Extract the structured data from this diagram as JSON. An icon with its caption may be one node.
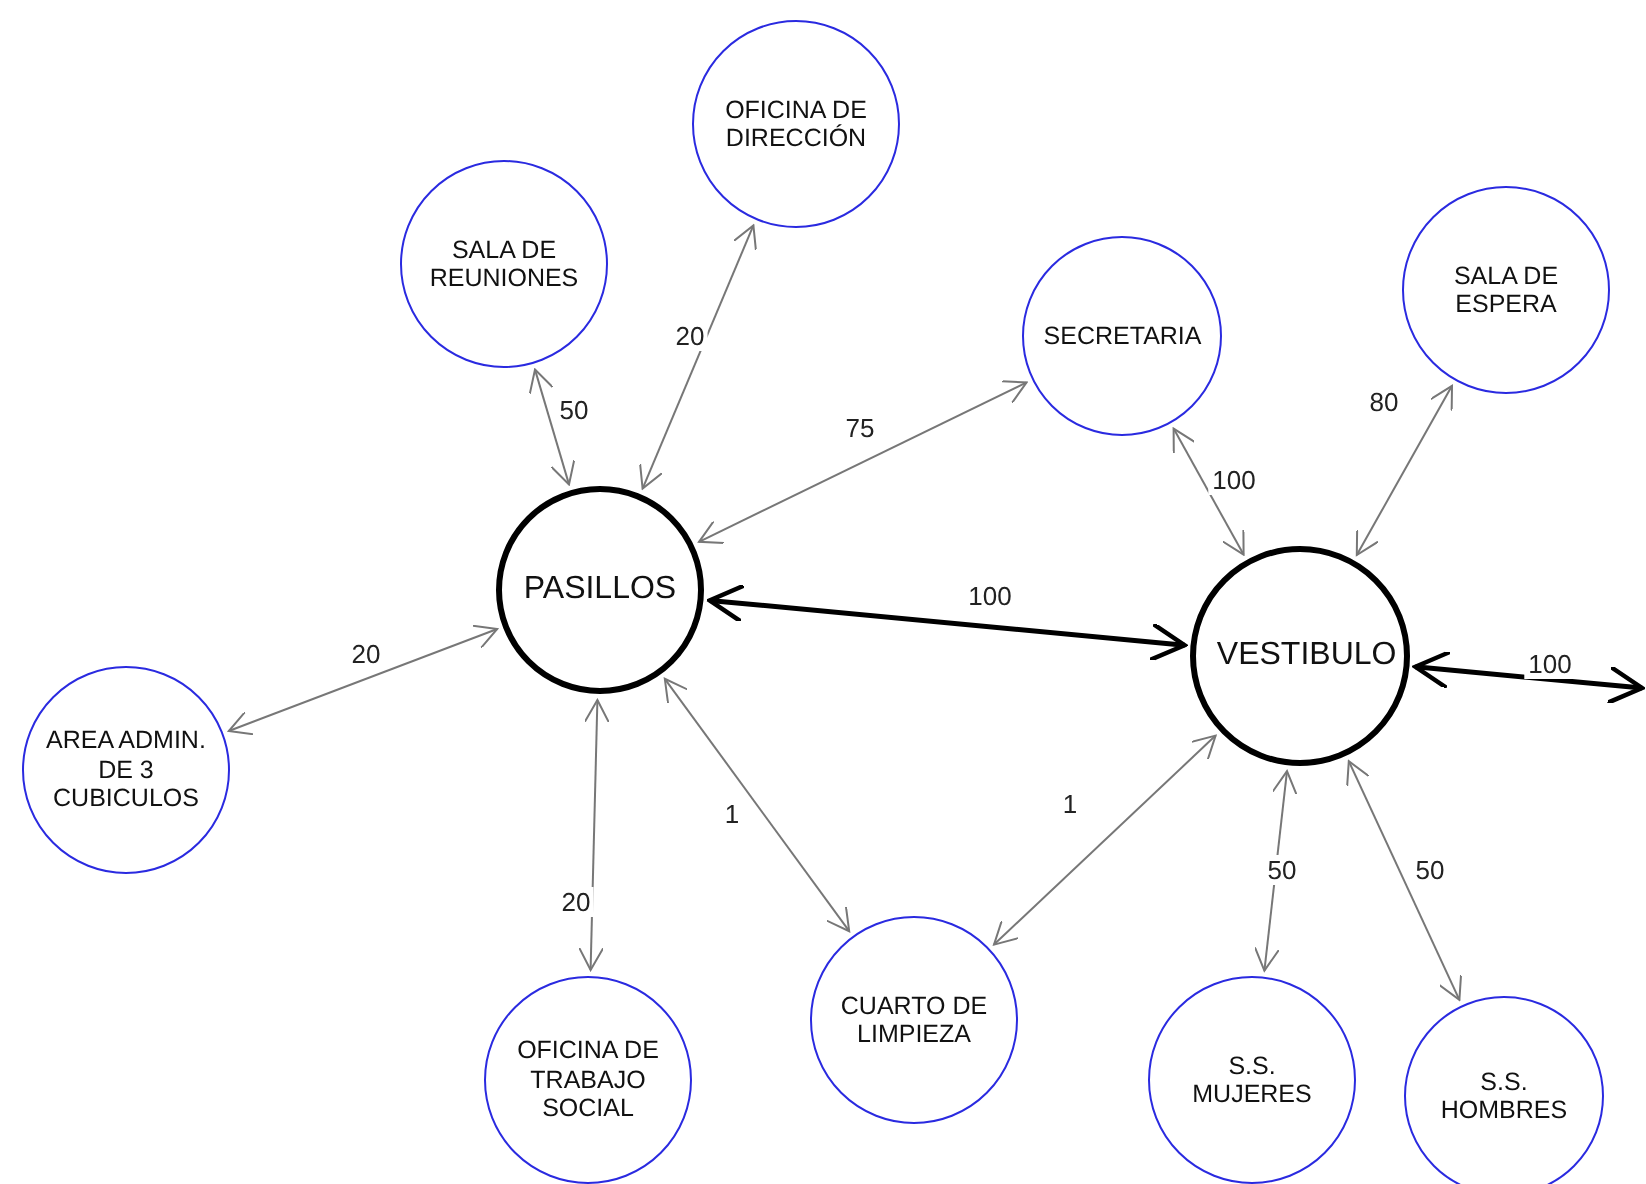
{
  "diagram": {
    "nodes": [
      {
        "text": [
          "OFICINA DE DIRECCIÓN"
        ]
      },
      {
        "text": [
          "SALA DE REUNIONES"
        ]
      },
      {
        "text": [
          "SALA DE ESPERA"
        ]
      },
      {
        "text": [
          "SECRETARIA"
        ]
      },
      {
        "text": [
          "PASILLOS"
        ]
      },
      {
        "text": [
          "VESTIBULO"
        ]
      },
      {
        "text": [
          "AREA ADMIN. DE 3 CUBICULOS"
        ]
      },
      {
        "text": [
          "CUARTO DE LIMPIEZA"
        ]
      },
      {
        "text": [
          "OFICINA DE TRABAJO SOCIAL"
        ]
      },
      {
        "text": [
          "S.S. MUJERES"
        ]
      },
      {
        "text": [
          "S.S. HOMBRES"
        ]
      }
    ],
    "edges": [
      {
        "from": 4,
        "to": 1,
        "arrow": "both",
        "label": "50"
      },
      {
        "from": 4,
        "to": 0,
        "arrow": "both",
        "label": "20"
      },
      {
        "from": 4,
        "to": 3,
        "arrow": "both",
        "label": "75"
      },
      {
        "from": 4,
        "to": 6,
        "arrow": "both",
        "label": "20"
      },
      {
        "from": 4,
        "to": 8,
        "arrow": "both",
        "label": "20"
      },
      {
        "from": 4,
        "to": 7,
        "arrow": "both",
        "label": "1"
      },
      {
        "from": 4,
        "to": 5,
        "arrow": "both",
        "label": "100",
        "style": "thick",
        "color": "#000000"
      },
      {
        "from": 5,
        "to": 3,
        "arrow": "both",
        "label": "100"
      },
      {
        "from": 5,
        "to": 2,
        "arrow": "both",
        "label": "80"
      },
      {
        "from": 5,
        "to": 7,
        "arrow": "both",
        "label": "1"
      },
      {
        "from": 5,
        "to": 9,
        "arrow": "both",
        "label": "50"
      },
      {
        "from": 5,
        "to": 10,
        "arrow": "both",
        "label": "50"
      },
      {
        "from": 5,
        "to": null,
        "arrow": "both",
        "label": "100",
        "style": "thick",
        "color": "#000000"
      }
    ]
  }
}
